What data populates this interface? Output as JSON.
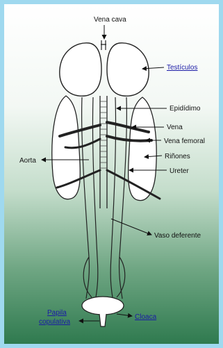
{
  "labels": {
    "vena_cava": "Vena cava",
    "testiculos": "Testículos",
    "epididimo": "Epidídimo",
    "vena": "Vena",
    "vena_femoral": "Vena femoral",
    "rinones": "Riñones",
    "aorta": "Aorta",
    "ureter": "Ureter",
    "vaso_deferente": "Vaso deferente",
    "papila_line1": "Papila",
    "papila_line2": "copulativa",
    "cloaca": "Cloaca"
  },
  "colors": {
    "frame": "#9fd9ef",
    "link": "#1a1aa6",
    "ink": "#111111"
  }
}
